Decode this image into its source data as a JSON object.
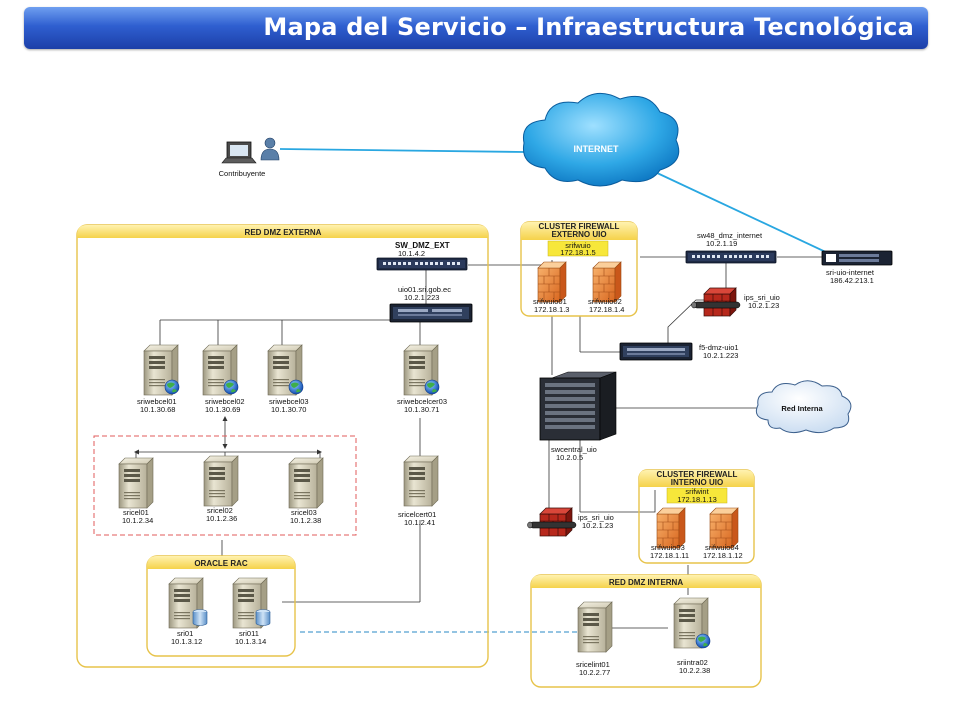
{
  "title": "Mapa del Servicio – Infraestructura Tecnológica",
  "internet_label": "INTERNET",
  "red_interna_label": "Red Interna",
  "user": {
    "label": "Contribuyente"
  },
  "zones": {
    "dmz_externa": "RED DMZ EXTERNA",
    "oracle_rac": "ORACLE RAC",
    "cluster_externo": [
      "CLUSTER FIREWALL",
      "EXTERNO UIO"
    ],
    "cluster_interno": [
      "CLUSTER FIREWALL",
      "INTERNO UIO"
    ],
    "dmz_interna": "RED DMZ INTERNA"
  },
  "switches": {
    "sw_dmz_ext": {
      "name": "SW_DMZ_EXT",
      "ip": "10.1.4.2"
    },
    "uio01": {
      "name": "uio01.sri.gob.ec",
      "ip": "10.2.1.223"
    },
    "sw48": {
      "name": "sw48_dmz_internet",
      "ip": "10.2.1.19"
    },
    "sri_uio_internet": {
      "name": "sri-uio-internet",
      "ip": "186.42.213.1"
    },
    "f5": {
      "name": "f5-dmz-uio1",
      "ip": "10.2.1.223"
    },
    "swcentral": {
      "name": "swcentral_uio",
      "ip": "10.2.0.5"
    }
  },
  "clusters": {
    "externo": {
      "name": "srifwuio",
      "ip": "172.18.1.5"
    },
    "interno": {
      "name": "srifwint",
      "ip": "172.18.1.13"
    }
  },
  "firewalls": [
    {
      "name": "srifwuio01",
      "ip": "172.18.1.3"
    },
    {
      "name": "srifwuio02",
      "ip": "172.18.1.4"
    },
    {
      "name": "srifwuio03",
      "ip": "172.18.1.11"
    },
    {
      "name": "srifwuio04",
      "ip": "172.18.1.12"
    }
  ],
  "ips": [
    {
      "name": "ips_sri_uio",
      "ip": "10.2.1.23"
    },
    {
      "name": "ips_sri_uio",
      "ip": "10.2.1.23"
    }
  ],
  "servers": [
    {
      "name": "sriwebcel01",
      "ip": "10.1.30.68"
    },
    {
      "name": "sriwebcel02",
      "ip": "10.1.30.69"
    },
    {
      "name": "sriwebcel03",
      "ip": "10.1.30.70"
    },
    {
      "name": "sriwebcelcer03",
      "ip": "10.1.30.71"
    },
    {
      "name": "sricel01",
      "ip": "10.1.2.34"
    },
    {
      "name": "sricel02",
      "ip": "10.1.2.36"
    },
    {
      "name": "sricel03",
      "ip": "10.1.2.38"
    },
    {
      "name": "sricelcert01",
      "ip": "10.1.2.41"
    },
    {
      "name": "sri01",
      "ip": "10.1.3.12"
    },
    {
      "name": "sri011",
      "ip": "10.1.3.14"
    },
    {
      "name": "sricelint01",
      "ip": "10.2.2.77"
    },
    {
      "name": "sriintra02",
      "ip": "10.2.2.38"
    }
  ]
}
